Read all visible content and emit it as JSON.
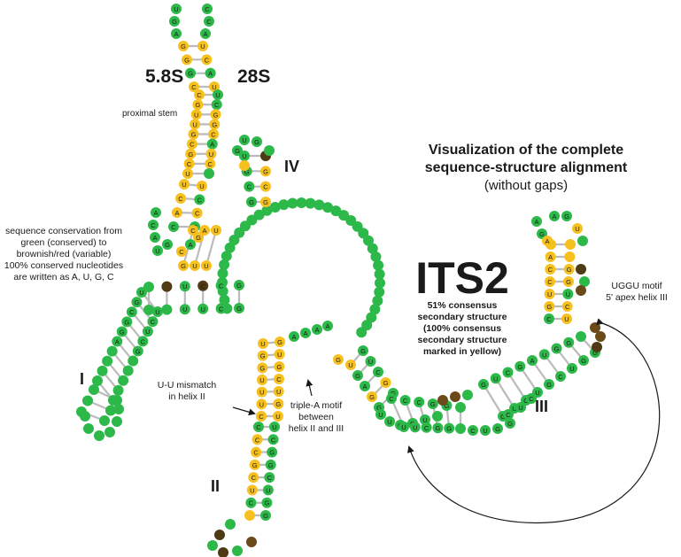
{
  "colors": {
    "conserved": "#2db84a",
    "consensus": "#f6c01e",
    "variable": "#4e3a14",
    "brown": "#6b4a1a",
    "bond": "#bbbbbb",
    "text": "#1a1a1a"
  },
  "labels": {
    "s58": "5.8S",
    "s28": "28S",
    "proximal_stem": "proximal stem",
    "helix_IV": "IV",
    "helix_I": "I",
    "helix_II": "II",
    "helix_III": "III",
    "its2": "ITS2"
  },
  "title": [
    "Visualization of the complete",
    "sequence-structure alignment"
  ],
  "subtitle": "(without gaps)",
  "legend": [
    "sequence conservation from",
    "green (conserved) to",
    "brownish/red (variable)",
    "100% conserved nucleotides",
    "are written as A, U, G, C"
  ],
  "consensus_note": [
    "51% consensus",
    "secondary structure",
    "(100% consensus",
    "secondary structure",
    "marked in yellow)"
  ],
  "annotations": {
    "uu_mismatch": [
      "U-U mismatch",
      "in helix II"
    ],
    "triple_a": [
      "triple-A motif",
      "between",
      "helix II and III"
    ],
    "uggu": [
      "UGGU motif",
      "5' apex helix III"
    ]
  }
}
